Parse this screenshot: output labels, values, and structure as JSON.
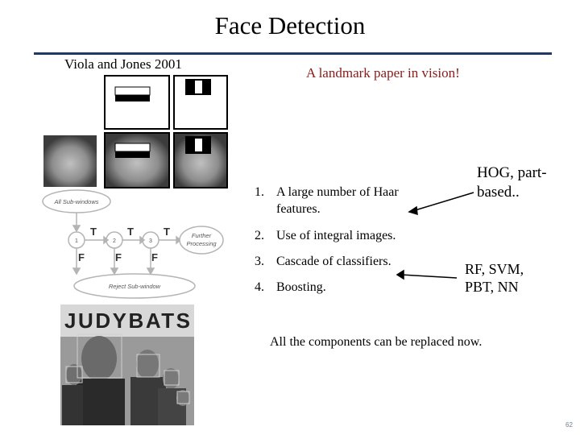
{
  "slide": {
    "title": "Face Detection",
    "subtitle": "Viola and Jones 2001",
    "landmark": "A landmark paper in vision!",
    "page_number": "62"
  },
  "list": {
    "items": [
      {
        "num": "1.",
        "line1": "A large number of Haar",
        "line2": "features."
      },
      {
        "num": "2.",
        "line1": "Use of integral images."
      },
      {
        "num": "3.",
        "line1": "Cascade of classifiers."
      },
      {
        "num": "4.",
        "line1": "Boosting."
      }
    ]
  },
  "notes": {
    "hog_line1": "HOG, part-",
    "hog_line2": "based..",
    "rf_line1": "RF, SVM,",
    "rf_line2": "PBT, NN",
    "components": "All the components can be replaced now."
  },
  "cascade": {
    "all_subwindows": "All Sub-windows",
    "reject_subwindow": "Reject Sub-window",
    "further_line1": "Further",
    "further_line2": "Processing",
    "stages": [
      "1",
      "2",
      "3"
    ],
    "true_label": "T",
    "false_label": "F"
  },
  "photo": {
    "banner": "JUDYBATS"
  },
  "colors": {
    "title_rule": "#1f3864",
    "landmark": "#8b1a1a",
    "cascade_stroke": "#b4b4b4"
  }
}
